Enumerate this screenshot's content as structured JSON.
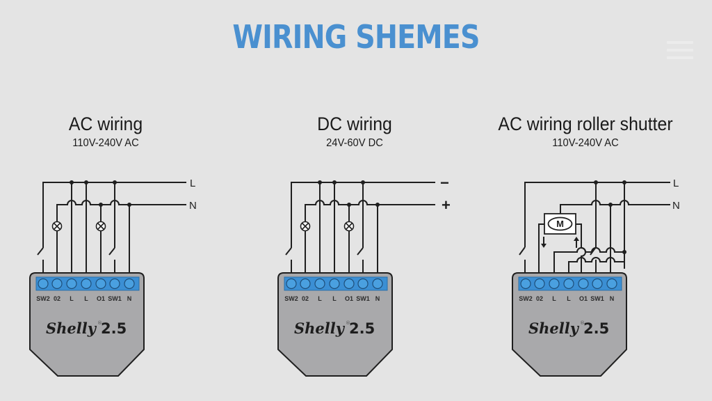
{
  "header": {
    "title": "WIRING SHEMES",
    "menu_icon": "hamburger-menu-icon"
  },
  "colors": {
    "title": "#4a90d0",
    "background": "#e4e4e4",
    "device_body": "#a9a9ab",
    "terminal_strip": "#3b8fd4",
    "terminal": "#4aa0e0"
  },
  "panels": [
    {
      "id": "ac",
      "title": "AC wiring",
      "subtitle": "110V-240V AC",
      "line_labels": [
        "L",
        "N"
      ],
      "terminals": [
        "SW2",
        "02",
        "L",
        "L",
        "O1",
        "SW1",
        "N"
      ],
      "brand": "Shelly",
      "model": "2.5"
    },
    {
      "id": "dc",
      "title": "DC wiring",
      "subtitle": "24V-60V DC",
      "line_labels": [
        "−",
        "+"
      ],
      "terminals": [
        "SW2",
        "02",
        "L",
        "L",
        "O1",
        "SW1",
        "N"
      ],
      "brand": "Shelly",
      "model": "2.5"
    },
    {
      "id": "roller",
      "title": "AC wiring roller shutter",
      "subtitle": "110V-240V AC",
      "line_labels": [
        "L",
        "N"
      ],
      "terminals": [
        "SW2",
        "02",
        "L",
        "L",
        "O1",
        "SW1",
        "N"
      ],
      "brand": "Shelly",
      "model": "2.5",
      "motor_label": "M"
    }
  ]
}
